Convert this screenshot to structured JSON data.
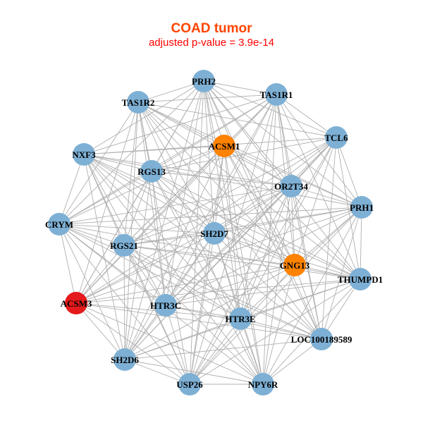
{
  "title": "COAD tumor",
  "subtitle": "adjusted p-value = 3.9e-14",
  "colors": {
    "default": "#7eb0d5",
    "highlight": "#ff8200",
    "seed": "#e41a1c",
    "edge": "#b0b0b0"
  },
  "nodes": [
    {
      "name": "PRH2",
      "type": "default"
    },
    {
      "name": "TAS1R2",
      "type": "default"
    },
    {
      "name": "TAS1R1",
      "type": "default"
    },
    {
      "name": "ACSM1",
      "type": "highlight"
    },
    {
      "name": "TCL6",
      "type": "default"
    },
    {
      "name": "NXF3",
      "type": "default"
    },
    {
      "name": "RGS13",
      "type": "default"
    },
    {
      "name": "OR2T34",
      "type": "default"
    },
    {
      "name": "PRH1",
      "type": "default"
    },
    {
      "name": "CRYM",
      "type": "default"
    },
    {
      "name": "SH2D7",
      "type": "default"
    },
    {
      "name": "RGS21",
      "type": "default"
    },
    {
      "name": "GNG13",
      "type": "highlight"
    },
    {
      "name": "THUMPD1",
      "type": "default"
    },
    {
      "name": "ACSM3",
      "type": "seed"
    },
    {
      "name": "HTR3C",
      "type": "default"
    },
    {
      "name": "HTR3E",
      "type": "default"
    },
    {
      "name": "LOC100189589",
      "type": "default"
    },
    {
      "name": "SH2D6",
      "type": "default"
    },
    {
      "name": "USP26",
      "type": "default"
    },
    {
      "name": "NPY6R",
      "type": "default"
    }
  ]
}
